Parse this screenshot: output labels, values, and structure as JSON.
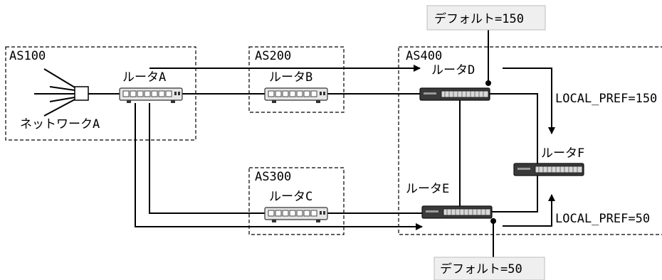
{
  "as_groups": [
    {
      "id": "as100",
      "label": "AS100"
    },
    {
      "id": "as200",
      "label": "AS200"
    },
    {
      "id": "as300",
      "label": "AS300"
    },
    {
      "id": "as400",
      "label": "AS400"
    }
  ],
  "routers": [
    {
      "id": "a",
      "label": "ルータA"
    },
    {
      "id": "b",
      "label": "ルータB"
    },
    {
      "id": "c",
      "label": "ルータC"
    },
    {
      "id": "d",
      "label": "ルータD"
    },
    {
      "id": "e",
      "label": "ルータE"
    },
    {
      "id": "f",
      "label": "ルータF"
    }
  ],
  "network_label": "ネットワークA",
  "local_pref": {
    "d_to_f": "LOCAL_PREF=150",
    "e_to_f": "LOCAL_PREF=50"
  },
  "defaults": {
    "d": "デフォルト=150",
    "e": "デフォルト=50"
  }
}
